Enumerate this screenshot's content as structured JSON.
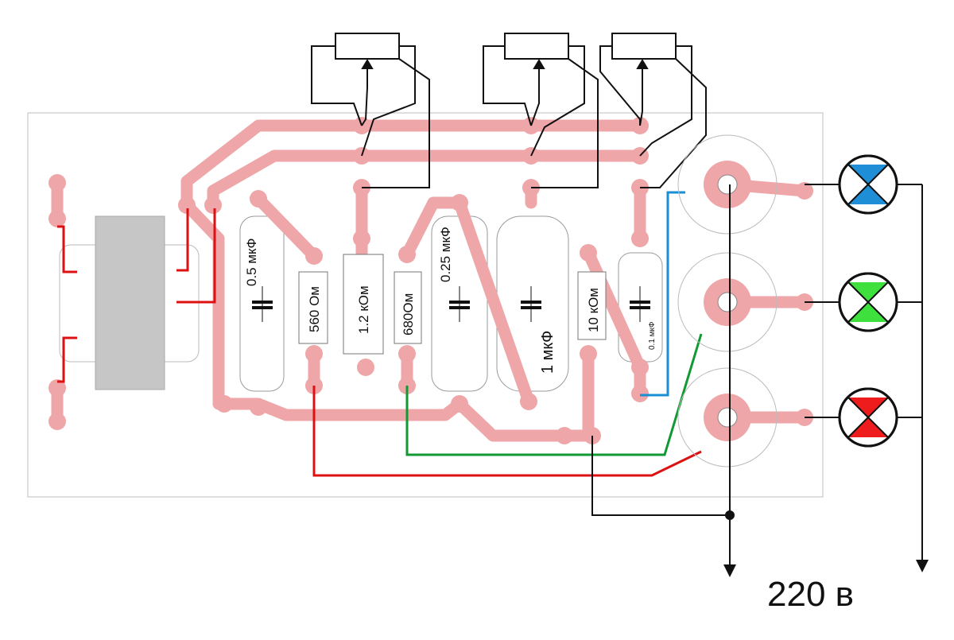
{
  "components": {
    "c1": "0.5 мкФ",
    "r1": "560 Ом",
    "r2": "1.2 кОм",
    "r3": "680Ом",
    "c2": "0.25 мкФ",
    "c3": "1 мкФ",
    "r4": "10 кОм",
    "c4": "0.1 мкФ"
  },
  "supply_label": "220 в",
  "colors": {
    "trace": "#efa6a8",
    "lamp1": "#1e8fd6",
    "lamp2": "#3de03d",
    "lamp3": "#ee1c1c",
    "wire_red": "#dd1111",
    "wire_green": "#119933",
    "wire_blue": "#1a8fd6"
  }
}
